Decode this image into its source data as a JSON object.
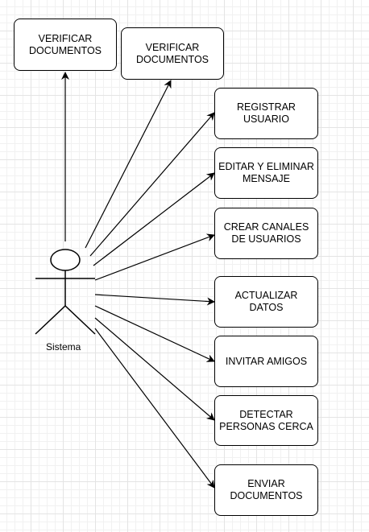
{
  "diagram": {
    "actor": {
      "label": "Sistema"
    },
    "use_cases": [
      {
        "id": "uc1",
        "label": "VERIFICAR\nDOCUMENTOS"
      },
      {
        "id": "uc2",
        "label": "VERIFICAR\nDOCUMENTOS"
      },
      {
        "id": "uc3",
        "label": "REGISTRAR\nUSUARIO"
      },
      {
        "id": "uc4",
        "label": "EDITAR Y ELIMINAR\nMENSAJE"
      },
      {
        "id": "uc5",
        "label": "CREAR CANALES\nDE USUARIOS"
      },
      {
        "id": "uc6",
        "label": "ACTUALIZAR\nDATOS"
      },
      {
        "id": "uc7",
        "label": "INVITAR AMIGOS"
      },
      {
        "id": "uc8",
        "label": "DETECTAR\nPERSONAS CERCA"
      },
      {
        "id": "uc9",
        "label": "ENVIAR\nDOCUMENTOS"
      }
    ],
    "colors": {
      "stroke": "#000000",
      "box_fill": "#ffffff"
    }
  }
}
